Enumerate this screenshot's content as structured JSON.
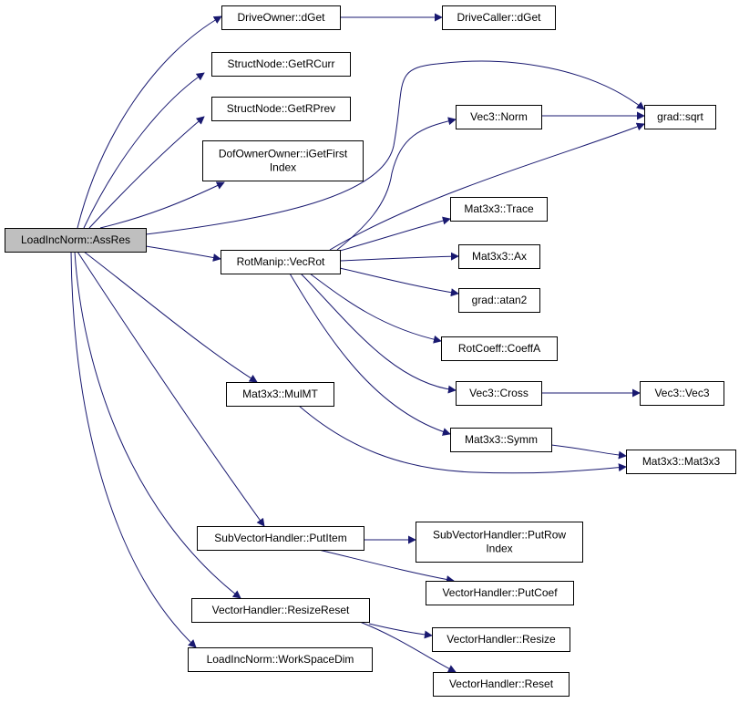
{
  "diagram": {
    "type": "call-graph",
    "root_fill": "#bfbfbf",
    "node_fill": "#ffffff",
    "edge_color": "#191970",
    "nodes": [
      {
        "id": "assres",
        "lines": [
          "LoadIncNorm::AssRes"
        ],
        "root": true
      },
      {
        "id": "driveowner_dget",
        "lines": [
          "DriveOwner::dGet"
        ]
      },
      {
        "id": "drivecaller_dget",
        "lines": [
          "DriveCaller::dGet"
        ]
      },
      {
        "id": "getrcurr",
        "lines": [
          "StructNode::GetRCurr"
        ]
      },
      {
        "id": "getrprev",
        "lines": [
          "StructNode::GetRPrev"
        ]
      },
      {
        "id": "igetfirstindex",
        "lines": [
          "DofOwnerOwner::iGetFirst",
          "Index"
        ]
      },
      {
        "id": "grad_sqrt",
        "lines": [
          "grad::sqrt"
        ]
      },
      {
        "id": "vec3_norm",
        "lines": [
          "Vec3::Norm"
        ]
      },
      {
        "id": "vecrot",
        "lines": [
          "RotManip::VecRot"
        ]
      },
      {
        "id": "trace",
        "lines": [
          "Mat3x3::Trace"
        ]
      },
      {
        "id": "ax",
        "lines": [
          "Mat3x3::Ax"
        ]
      },
      {
        "id": "atan2",
        "lines": [
          "grad::atan2"
        ]
      },
      {
        "id": "coeffa",
        "lines": [
          "RotCoeff::CoeffA"
        ]
      },
      {
        "id": "cross",
        "lines": [
          "Vec3::Cross"
        ]
      },
      {
        "id": "vec3_vec3",
        "lines": [
          "Vec3::Vec3"
        ]
      },
      {
        "id": "symm",
        "lines": [
          "Mat3x3::Symm"
        ]
      },
      {
        "id": "mulmt",
        "lines": [
          "Mat3x3::MulMT"
        ]
      },
      {
        "id": "mat3x3",
        "lines": [
          "Mat3x3::Mat3x3"
        ]
      },
      {
        "id": "putitem",
        "lines": [
          "SubVectorHandler::PutItem"
        ]
      },
      {
        "id": "putrowindex",
        "lines": [
          "SubVectorHandler::PutRow",
          "Index"
        ]
      },
      {
        "id": "putcoef",
        "lines": [
          "VectorHandler::PutCoef"
        ]
      },
      {
        "id": "resizereset",
        "lines": [
          "VectorHandler::ResizeReset"
        ]
      },
      {
        "id": "resize",
        "lines": [
          "VectorHandler::Resize"
        ]
      },
      {
        "id": "reset",
        "lines": [
          "VectorHandler::Reset"
        ]
      },
      {
        "id": "workspacedim",
        "lines": [
          "LoadIncNorm::WorkSpaceDim"
        ]
      }
    ],
    "edges": [
      {
        "from": "assres",
        "to": "driveowner_dget"
      },
      {
        "from": "driveowner_dget",
        "to": "drivecaller_dget"
      },
      {
        "from": "assres",
        "to": "getrcurr"
      },
      {
        "from": "assres",
        "to": "getrprev"
      },
      {
        "from": "assres",
        "to": "igetfirstindex"
      },
      {
        "from": "assres",
        "to": "grad_sqrt"
      },
      {
        "from": "assres",
        "to": "vecrot"
      },
      {
        "from": "vecrot",
        "to": "vec3_norm"
      },
      {
        "from": "vec3_norm",
        "to": "grad_sqrt"
      },
      {
        "from": "vecrot",
        "to": "grad_sqrt"
      },
      {
        "from": "vecrot",
        "to": "trace"
      },
      {
        "from": "vecrot",
        "to": "ax"
      },
      {
        "from": "vecrot",
        "to": "atan2"
      },
      {
        "from": "vecrot",
        "to": "coeffa"
      },
      {
        "from": "vecrot",
        "to": "cross"
      },
      {
        "from": "cross",
        "to": "vec3_vec3"
      },
      {
        "from": "vecrot",
        "to": "symm"
      },
      {
        "from": "symm",
        "to": "mat3x3"
      },
      {
        "from": "assres",
        "to": "mulmt"
      },
      {
        "from": "mulmt",
        "to": "mat3x3"
      },
      {
        "from": "assres",
        "to": "putitem"
      },
      {
        "from": "putitem",
        "to": "putrowindex"
      },
      {
        "from": "putitem",
        "to": "putcoef"
      },
      {
        "from": "assres",
        "to": "resizereset"
      },
      {
        "from": "resizereset",
        "to": "resize"
      },
      {
        "from": "resizereset",
        "to": "reset"
      },
      {
        "from": "assres",
        "to": "workspacedim"
      }
    ]
  }
}
